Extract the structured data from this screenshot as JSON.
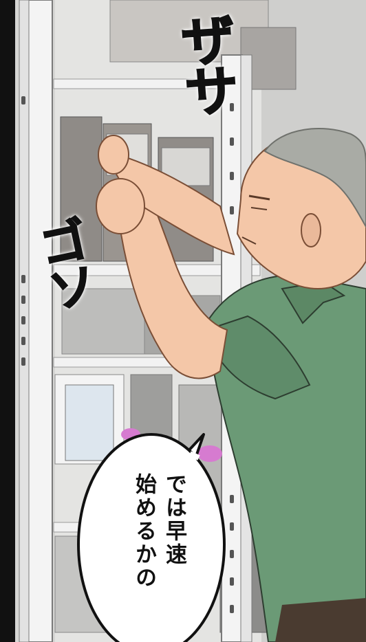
{
  "sound_effects": {
    "zasa": "ザサ",
    "goso": "ゴソ"
  },
  "speech_bubble": {
    "line1": "では早速",
    "line2": "始めるかの"
  },
  "colors": {
    "shirt": "#6b9a76",
    "skin": "#f4c7a8",
    "hair": "#a9aba5",
    "shelf": "#ececec",
    "box": "#8f8b87",
    "border": "#111111"
  }
}
